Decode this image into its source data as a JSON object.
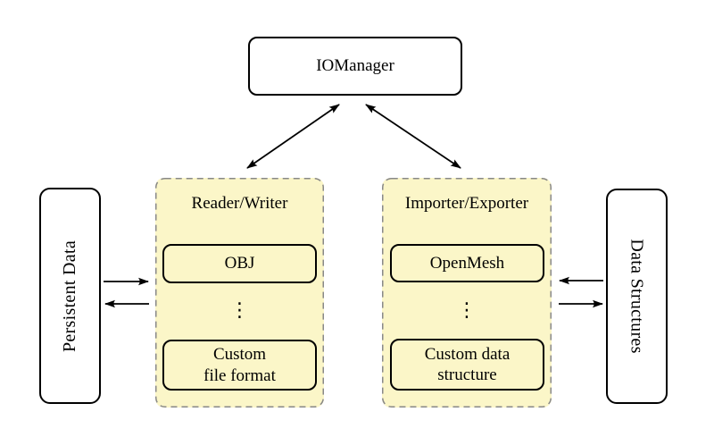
{
  "diagram": {
    "io_manager": {
      "label": "IOManager"
    },
    "persistent_data": {
      "label": "Persistent Data"
    },
    "data_structures": {
      "label": "Data Structures"
    },
    "reader_writer": {
      "title": "Reader/Writer",
      "top_item": "OBJ",
      "ellipsis": "⋮",
      "bottom_item_line1": "Custom",
      "bottom_item_line2": "file format"
    },
    "importer_exporter": {
      "title": "Importer/Exporter",
      "top_item": "OpenMesh",
      "ellipsis": "⋮",
      "bottom_item_line1": "Custom data",
      "bottom_item_line2": "structure"
    }
  },
  "colors": {
    "background": "#ffffff",
    "container_fill": "#fbf6c8",
    "container_border": "#888888",
    "node_fill": "#ffffff",
    "node_border": "#000000",
    "arrow": "#000000",
    "text": "#000000"
  }
}
